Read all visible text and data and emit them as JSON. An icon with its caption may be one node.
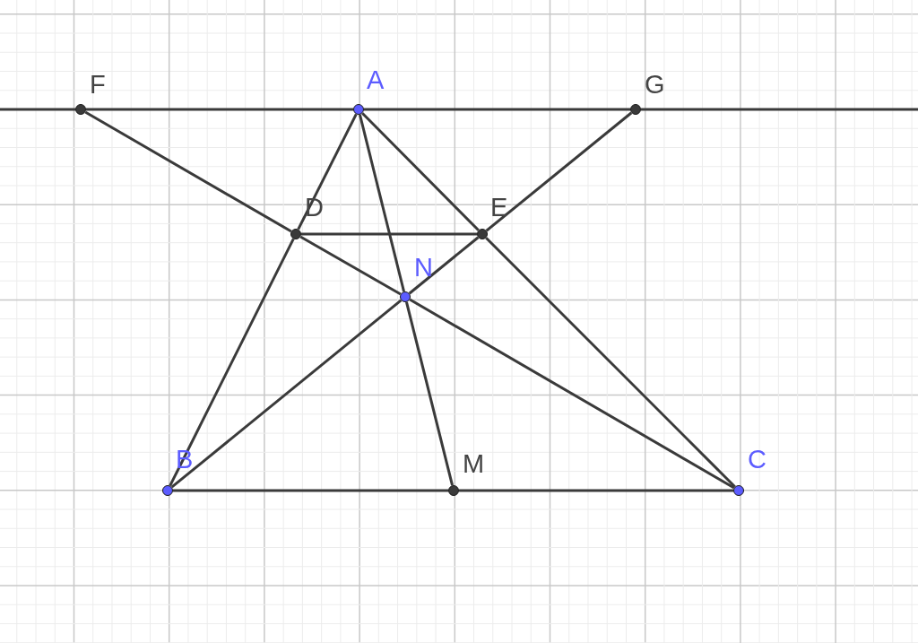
{
  "diagram": {
    "nodes": [
      {
        "text": [
          "F"
        ]
      },
      {
        "text": [
          "A"
        ]
      },
      {
        "text": [
          "G"
        ]
      },
      {
        "text": [
          "D"
        ]
      },
      {
        "text": [
          "E"
        ]
      },
      {
        "text": [
          "N"
        ]
      },
      {
        "text": [
          "B"
        ]
      },
      {
        "text": [
          "M"
        ]
      },
      {
        "text": [
          "C"
        ]
      }
    ],
    "edges": [
      {
        "from": null,
        "to": 0,
        "arrow": "none"
      },
      {
        "from": 0,
        "to": 1,
        "arrow": "none"
      },
      {
        "from": 1,
        "to": 2,
        "arrow": "none"
      },
      {
        "from": 2,
        "to": null,
        "arrow": "none"
      },
      {
        "from": 0,
        "to": 3,
        "arrow": "none"
      },
      {
        "from": 3,
        "to": 5,
        "arrow": "none"
      },
      {
        "from": 5,
        "to": 8,
        "arrow": "none"
      },
      {
        "from": 2,
        "to": 4,
        "arrow": "none"
      },
      {
        "from": 4,
        "to": 5,
        "arrow": "none"
      },
      {
        "from": 5,
        "to": 6,
        "arrow": "none"
      },
      {
        "from": 1,
        "to": 3,
        "arrow": "none"
      },
      {
        "from": 3,
        "to": 6,
        "arrow": "none"
      },
      {
        "from": 1,
        "to": 4,
        "arrow": "none"
      },
      {
        "from": 4,
        "to": 8,
        "arrow": "none"
      },
      {
        "from": 1,
        "to": 5,
        "arrow": "none"
      },
      {
        "from": 5,
        "to": 7,
        "arrow": "none"
      },
      {
        "from": 3,
        "to": 4,
        "arrow": "none"
      },
      {
        "from": 6,
        "to": 7,
        "arrow": "none"
      },
      {
        "from": 7,
        "to": 8,
        "arrow": "none"
      }
    ]
  }
}
